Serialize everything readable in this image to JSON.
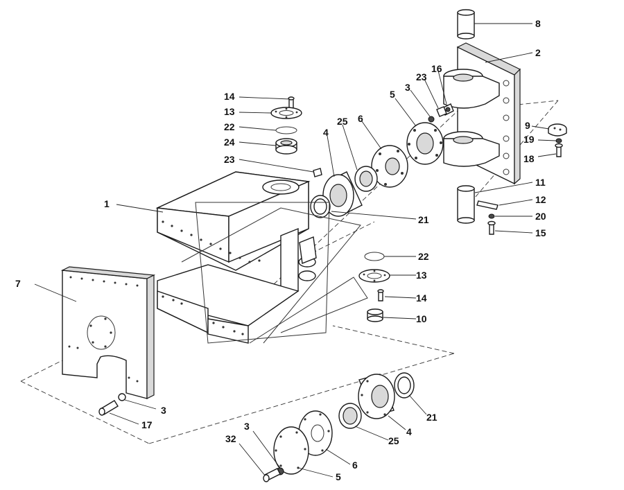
{
  "callouts": {
    "c1": "1",
    "c2": "2",
    "c3a": "3",
    "c3b": "3",
    "c3c": "3",
    "c4a": "4",
    "c4b": "4",
    "c5a": "5",
    "c5b": "5",
    "c6a": "6",
    "c6b": "6",
    "c7": "7",
    "c8": "8",
    "c9": "9",
    "c10": "10",
    "c11": "11",
    "c12": "12",
    "c13a": "13",
    "c13b": "13",
    "c14a": "14",
    "c14b": "14",
    "c15": "15",
    "c16": "16",
    "c17": "17",
    "c18": "18",
    "c19": "19",
    "c20": "20",
    "c21a": "21",
    "c21b": "21",
    "c22a": "22",
    "c22b": "22",
    "c23a": "23",
    "c23b": "23",
    "c24": "24",
    "c25a": "25",
    "c25b": "25",
    "c32": "32"
  }
}
